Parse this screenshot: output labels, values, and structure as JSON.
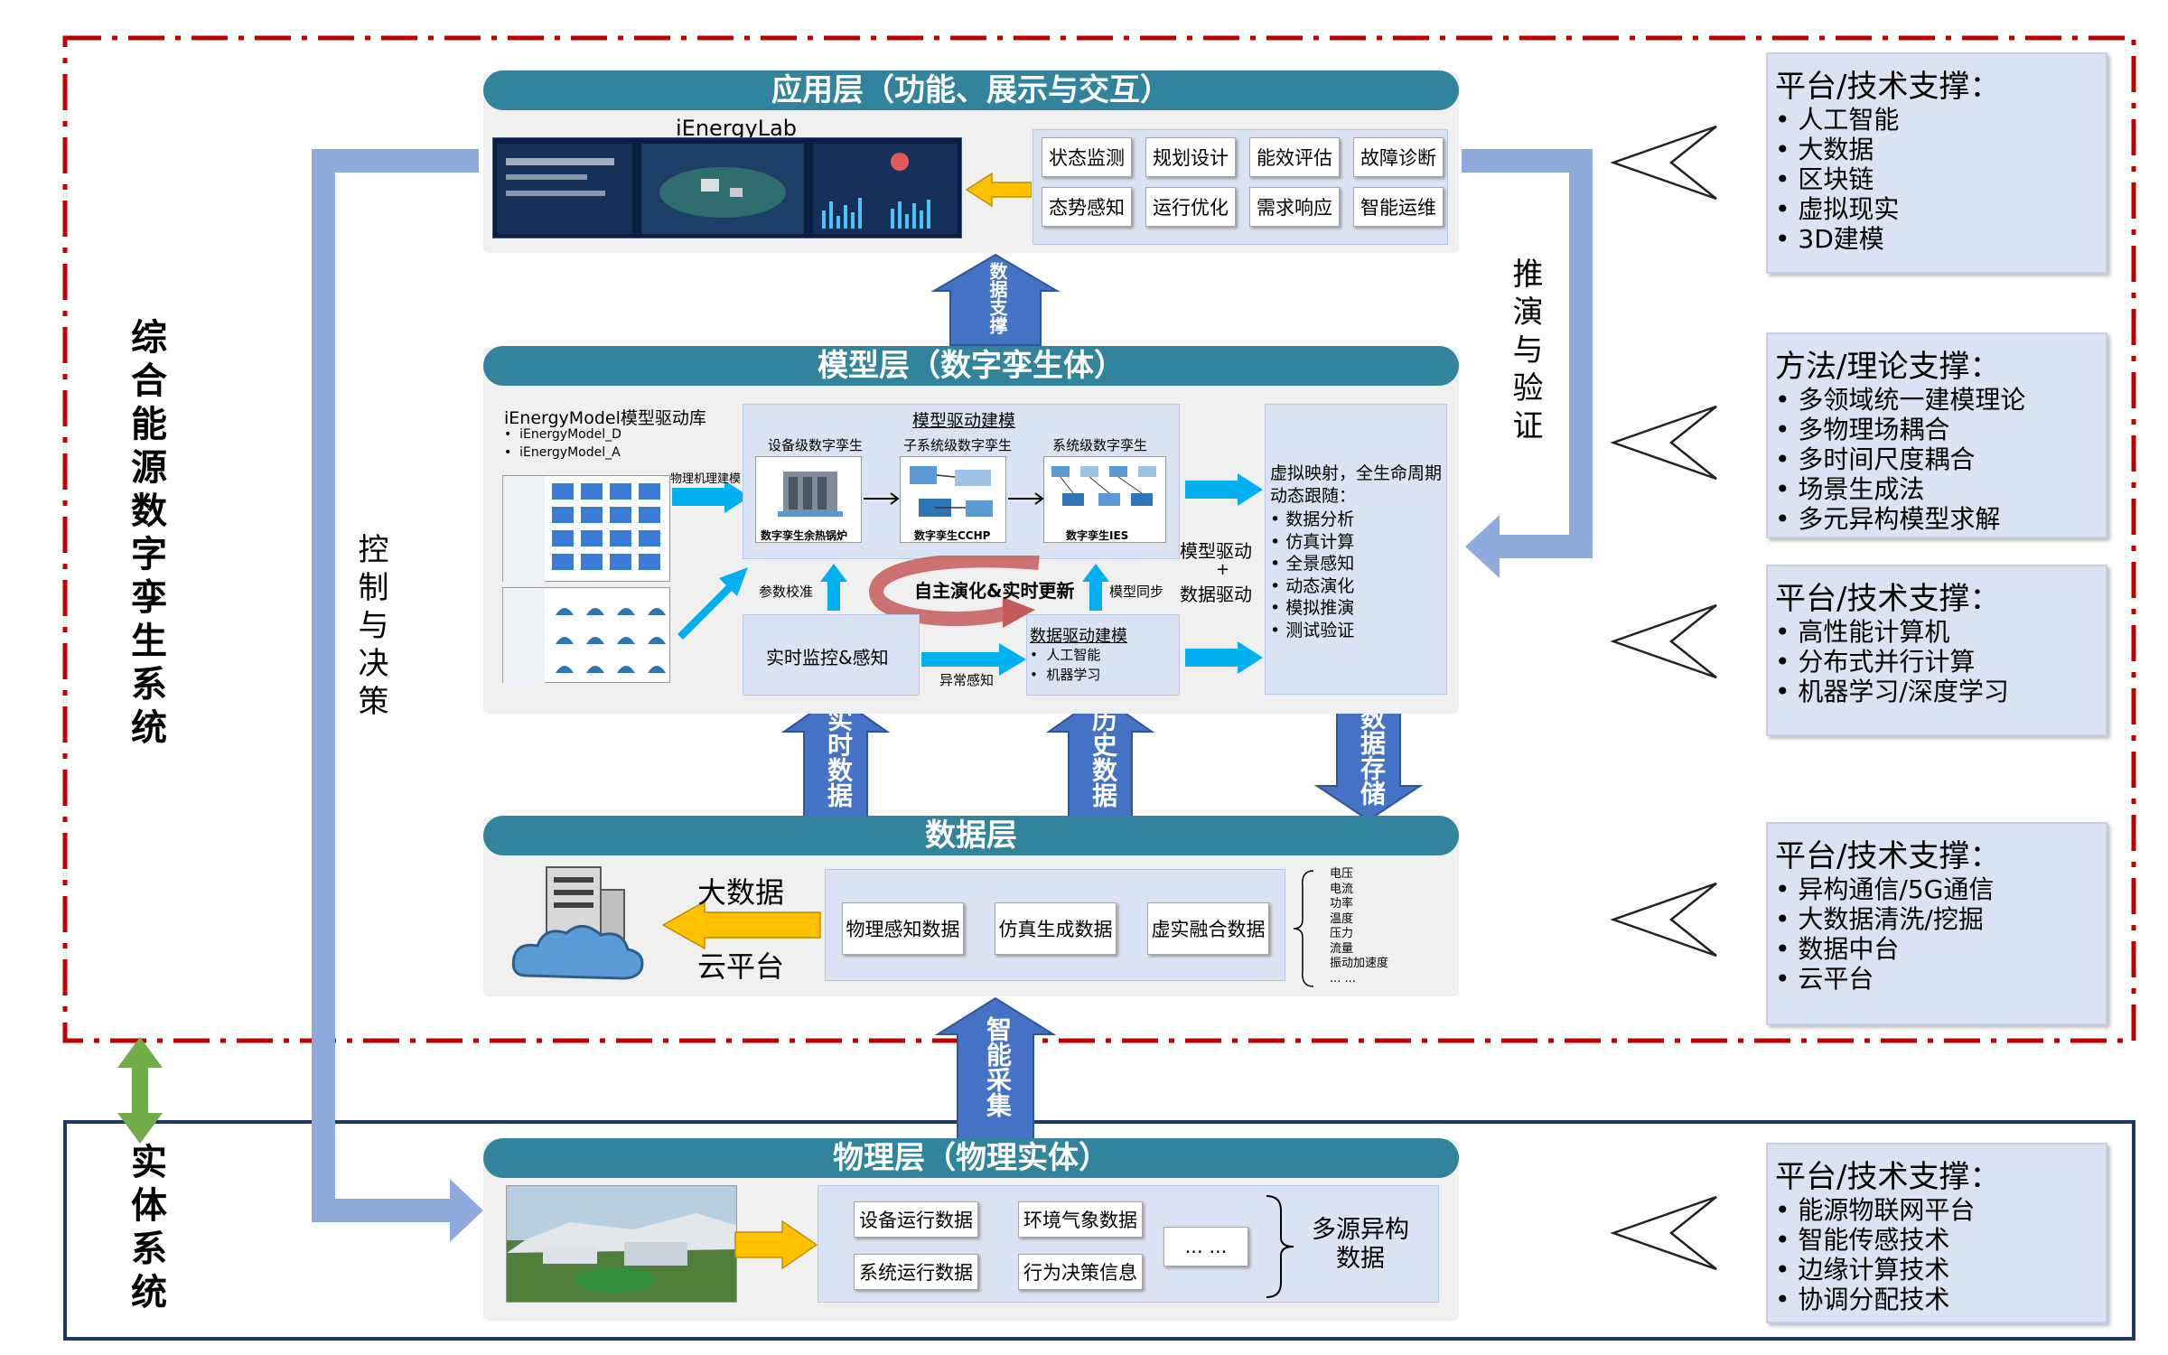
{
  "left_labels": {
    "system": "综合能源数字孪生系统",
    "entity": "实体系统",
    "control": "控制与决策",
    "inference": "推演与验证"
  },
  "app_layer": {
    "title": "应用层（功能、展示与交互）",
    "lab_name": "iEnergyLab",
    "functions": [
      "状态监测",
      "规划设计",
      "能效评估",
      "故障诊断",
      "态势感知",
      "运行优化",
      "需求响应",
      "智能运维"
    ]
  },
  "arrows": {
    "data_support": "数据支撑",
    "realtime_data": "实时数据",
    "history_data": "历史数据",
    "data_storage": "数据存储",
    "smart_collect": "智能采集"
  },
  "model_layer": {
    "title": "模型层（数字孪生体）",
    "library": "iEnergyModel模型驱动库",
    "library_items": [
      "iEnergyModel_D",
      "iEnergyModel_A"
    ],
    "phys_model": "物理机理建模",
    "param_calib": "参数校准",
    "model_driven": "模型驱动建模",
    "levels": [
      "设备级数字孪生",
      "子系统级数字孪生",
      "系统级数字孪生"
    ],
    "twins": [
      "数字孪生余热锅炉",
      "数字孪生CCHP",
      "数字孪生IES"
    ],
    "evolution": "自主演化&实时更新",
    "model_sync": "模型同步",
    "monitor": "实时监控&感知",
    "anomaly": "异常感知",
    "data_driven": "数据驱动建模",
    "data_driven_items": [
      "人工智能",
      "机器学习"
    ],
    "drive_label_1": "模型驱动",
    "drive_plus": "+",
    "drive_label_2": "数据驱动",
    "virtual_title": "虚拟映射，全生命周期动态跟随：",
    "virtual_items": [
      "数据分析",
      "仿真计算",
      "全景感知",
      "动态演化",
      "模拟推演",
      "测试验证"
    ]
  },
  "data_layer": {
    "title": "数据层",
    "big_data": "大数据",
    "cloud": "云平台",
    "boxes": [
      "物理感知数据",
      "仿真生成数据",
      "虚实融合数据"
    ],
    "measures": [
      "电压",
      "电流",
      "功率",
      "温度",
      "压力",
      "流量",
      "振动加速度",
      "... ..."
    ]
  },
  "phys_layer": {
    "title": "物理层（物理实体）",
    "boxes": [
      "设备运行数据",
      "环境气象数据",
      "系统运行数据",
      "行为决策信息",
      "... ..."
    ],
    "multi_source": "多源异构数据"
  },
  "right_panels": [
    {
      "title": "平台/技术支撑：",
      "items": [
        "人工智能",
        "大数据",
        "区块链",
        "虚拟现实",
        "3D建模"
      ]
    },
    {
      "title": "方法/理论支撑：",
      "items": [
        "多领域统一建模理论",
        "多物理场耦合",
        "多时间尺度耦合",
        "场景生成法",
        "多元异构模型求解"
      ]
    },
    {
      "title": "平台/技术支撑：",
      "items": [
        "高性能计算机",
        "分布式并行计算",
        "机器学习/深度学习"
      ]
    },
    {
      "title": "平台/技术支撑：",
      "items": [
        "异构通信/5G通信",
        "大数据清洗/挖掘",
        "数据中台",
        "云平台"
      ]
    },
    {
      "title": "平台/技术支撑：",
      "items": [
        "能源物联网平台",
        "智能传感技术",
        "边缘计算技术",
        "协调分配技术"
      ]
    }
  ],
  "colors": {
    "head": "#31849b",
    "panel_bg": "#dae3f3",
    "red_border": "#c00000",
    "navy_border": "#1f3864",
    "flow_arrow": "#8faadc",
    "cyan_arrow": "#00b0f0",
    "orange_arrow": "#ffc000",
    "green_arrow": "#70ad47"
  }
}
